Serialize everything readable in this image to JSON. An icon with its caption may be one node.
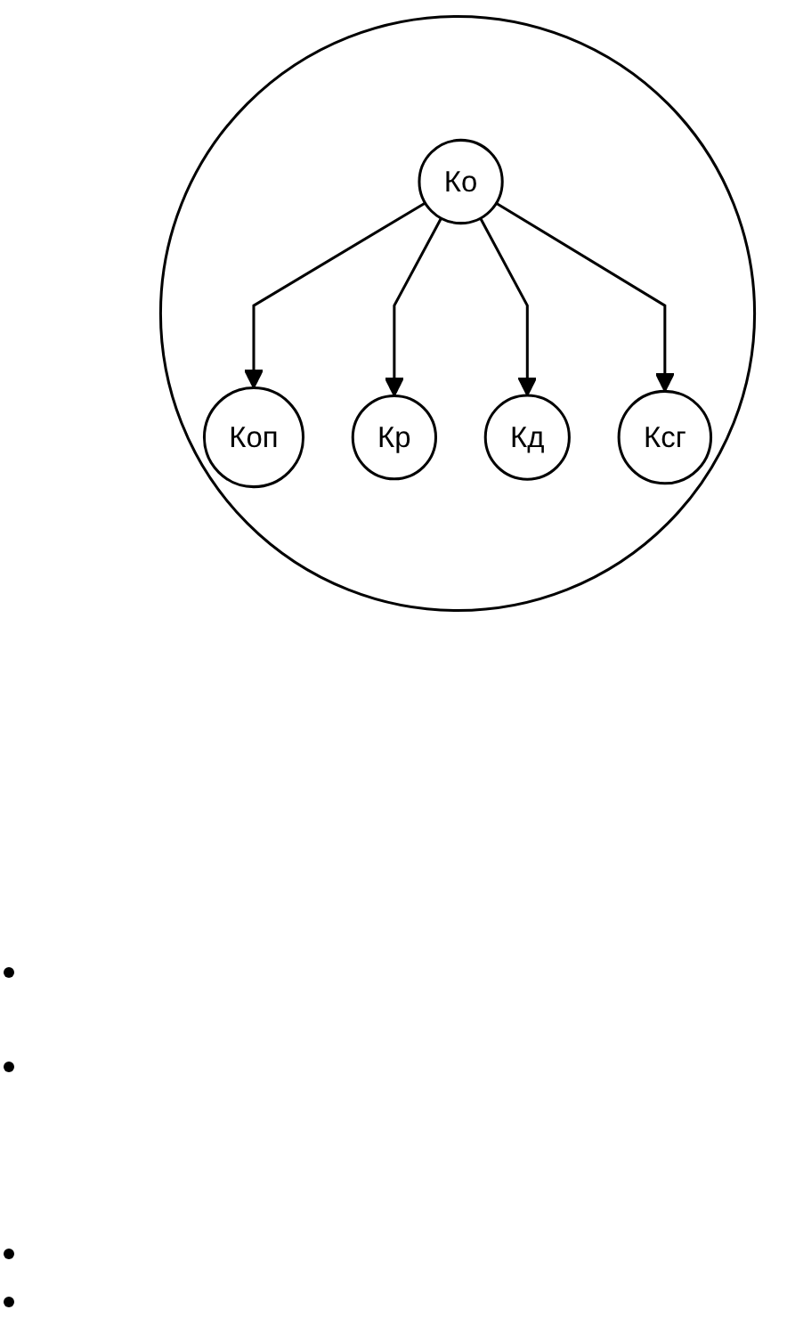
{
  "diagram": {
    "nodes": [
      {
        "text": [],
        "shape": "circle"
      },
      {
        "text": [
          "Коп"
        ],
        "in": 0
      },
      {
        "text": [
          "Кр"
        ],
        "in": 0
      },
      {
        "text": [
          "Ко"
        ],
        "in": 0
      },
      {
        "text": [
          "Кд"
        ],
        "in": 0
      },
      {
        "text": [
          "Ксг"
        ],
        "in": 0
      }
    ],
    "edges": [
      {
        "from": 3,
        "to": 1,
        "arrow": "to"
      },
      {
        "from": 3,
        "to": 2,
        "arrow": "to"
      },
      {
        "from": 3,
        "to": 4,
        "arrow": "to"
      },
      {
        "from": 3,
        "to": 5,
        "arrow": "to"
      }
    ]
  }
}
